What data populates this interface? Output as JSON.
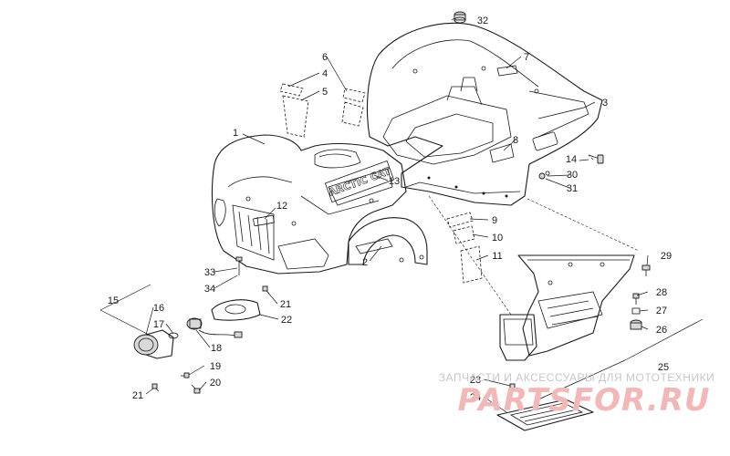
{
  "diagram": {
    "callouts": [
      {
        "id": "c1",
        "text": "1"
      },
      {
        "id": "c2",
        "text": "2"
      },
      {
        "id": "c3",
        "text": "3"
      },
      {
        "id": "c4",
        "text": "4"
      },
      {
        "id": "c5",
        "text": "5"
      },
      {
        "id": "c6",
        "text": "6"
      },
      {
        "id": "c7",
        "text": "7"
      },
      {
        "id": "c8",
        "text": "8"
      },
      {
        "id": "c9",
        "text": "9"
      },
      {
        "id": "c10",
        "text": "10"
      },
      {
        "id": "c11",
        "text": "11"
      },
      {
        "id": "c12",
        "text": "12"
      },
      {
        "id": "c13",
        "text": "13"
      },
      {
        "id": "c14",
        "text": "14"
      },
      {
        "id": "c15",
        "text": "15"
      },
      {
        "id": "c16",
        "text": "16"
      },
      {
        "id": "c17",
        "text": "17"
      },
      {
        "id": "c18",
        "text": "18"
      },
      {
        "id": "c19",
        "text": "19"
      },
      {
        "id": "c20",
        "text": "20"
      },
      {
        "id": "c21a",
        "text": "21"
      },
      {
        "id": "c21b",
        "text": "21"
      },
      {
        "id": "c22",
        "text": "22"
      },
      {
        "id": "c23",
        "text": "23"
      },
      {
        "id": "c24",
        "text": "24"
      },
      {
        "id": "c25",
        "text": "25"
      },
      {
        "id": "c26",
        "text": "26"
      },
      {
        "id": "c27",
        "text": "27"
      },
      {
        "id": "c28",
        "text": "28"
      },
      {
        "id": "c29",
        "text": "29"
      },
      {
        "id": "c30",
        "text": "30"
      },
      {
        "id": "c31",
        "text": "31"
      },
      {
        "id": "c32",
        "text": "32"
      },
      {
        "id": "c33",
        "text": "33"
      },
      {
        "id": "c34",
        "text": "34"
      }
    ],
    "decal_text": "ARCTIC CAT"
  },
  "watermark": {
    "tagline": "ЗАПЧАСТИ И АКСЕССУАРЫ ДЛЯ МОТОТЕХНИКИ",
    "brand": "PARTSFOR.RU"
  }
}
